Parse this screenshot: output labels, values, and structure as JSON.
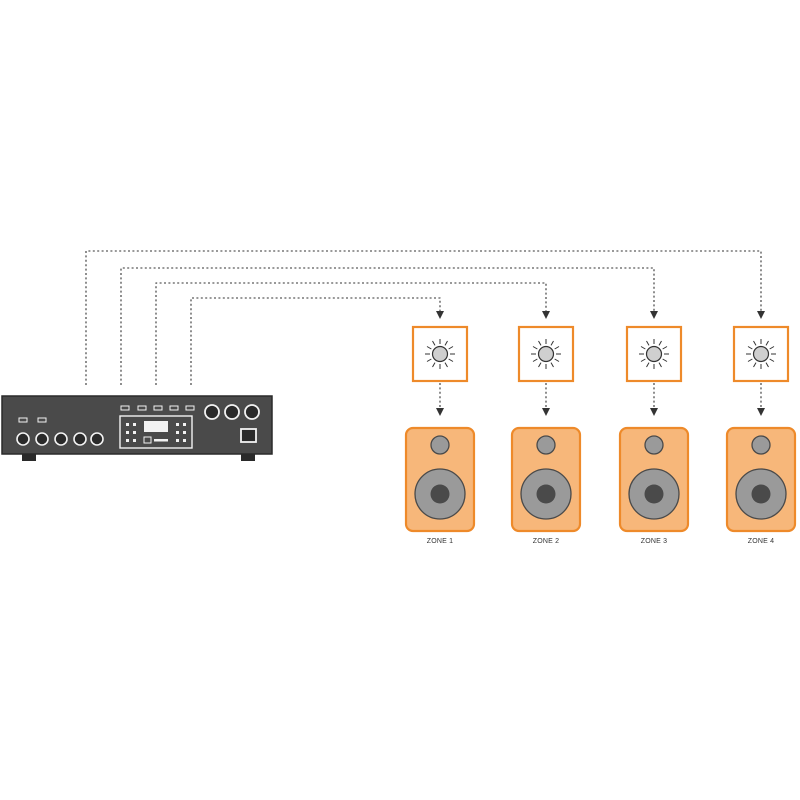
{
  "colors": {
    "background": "#ffffff",
    "wire": "#333333",
    "amp_body": "#4a4a4a",
    "amp_outline": "#2a2a2a",
    "amp_control": "#f2f2f2",
    "speaker_fill": "#f7b77a",
    "speaker_outline": "#ee8a2a",
    "speaker_driver": "#9a9a9a",
    "speaker_driver_dark": "#4a4a4a",
    "sensor_outline": "#ee8a2a",
    "sensor_bulb": "#cfcfcf"
  },
  "icons": {
    "amplifier": "mixer-amplifier-icon",
    "sensor": "light-sensor-icon",
    "speaker": "speaker-cabinet-icon",
    "arrow": "arrow-down-icon"
  },
  "zones": [
    {
      "label": "ZONE 1"
    },
    {
      "label": "ZONE 2"
    },
    {
      "label": "ZONE 3"
    },
    {
      "label": "ZONE 4"
    }
  ]
}
